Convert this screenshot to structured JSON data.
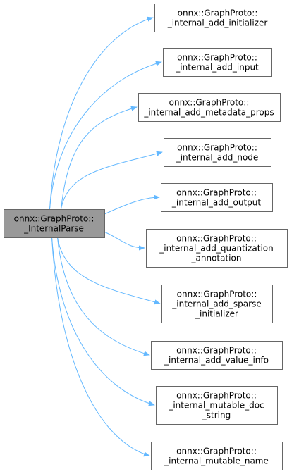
{
  "colors": {
    "edge": "#63b8ff",
    "node_border": "#666666",
    "source_fill": "#999999",
    "target_fill": "#ffffff"
  },
  "source": {
    "lines": [
      "onnx::GraphProto::",
      "_InternalParse"
    ]
  },
  "targets": [
    {
      "lines": [
        "onnx::GraphProto::",
        "_internal_add_initializer"
      ]
    },
    {
      "lines": [
        "onnx::GraphProto::",
        "_internal_add_input"
      ]
    },
    {
      "lines": [
        "onnx::GraphProto::",
        "_internal_add_metadata_props"
      ]
    },
    {
      "lines": [
        "onnx::GraphProto::",
        "_internal_add_node"
      ]
    },
    {
      "lines": [
        "onnx::GraphProto::",
        "_internal_add_output"
      ]
    },
    {
      "lines": [
        "onnx::GraphProto::",
        "_internal_add_quantization",
        "_annotation"
      ]
    },
    {
      "lines": [
        "onnx::GraphProto::",
        "_internal_add_sparse",
        "_initializer"
      ]
    },
    {
      "lines": [
        "onnx::GraphProto::",
        "_internal_add_value_info"
      ]
    },
    {
      "lines": [
        "onnx::GraphProto::",
        "_internal_mutable_doc",
        "_string"
      ]
    },
    {
      "lines": [
        "onnx::GraphProto::",
        "_internal_mutable_name"
      ]
    }
  ]
}
